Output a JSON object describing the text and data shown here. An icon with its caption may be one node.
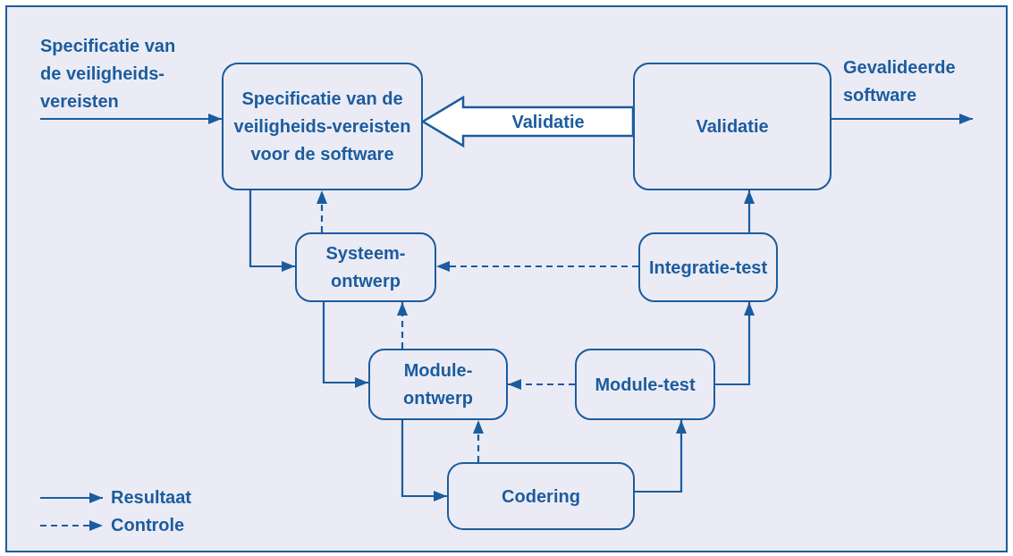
{
  "diagram": {
    "nodes": [
      {
        "text": [
          "Specificatie van de veiligheids-vereisten"
        ]
      },
      {
        "text": [
          "Specificatie van de veiligheids-vereisten voor de software"
        ]
      },
      {
        "text": [
          "Validatie"
        ]
      },
      {
        "text": [
          "Gevalideerde software"
        ]
      },
      {
        "text": [
          "Systeem-ontwerp"
        ]
      },
      {
        "text": [
          "Integratie-test"
        ]
      },
      {
        "text": [
          "Module-ontwerp"
        ]
      },
      {
        "text": [
          "Module-test"
        ]
      },
      {
        "text": [
          "Codering"
        ]
      }
    ],
    "edges": [
      {
        "from": 0,
        "to": 1,
        "arrow": "to"
      },
      {
        "from": 2,
        "to": 1,
        "arrow": "to",
        "label": "Validatie",
        "style": "thick"
      },
      {
        "from": 1,
        "to": 4,
        "arrow": "to"
      },
      {
        "from": 4,
        "to": 1,
        "arrow": "to",
        "style": "dashed"
      },
      {
        "from": 4,
        "to": 6,
        "arrow": "to"
      },
      {
        "from": 6,
        "to": 4,
        "arrow": "to",
        "style": "dashed"
      },
      {
        "from": 6,
        "to": 8,
        "arrow": "to"
      },
      {
        "from": 8,
        "to": 6,
        "arrow": "to",
        "style": "dashed"
      },
      {
        "from": 8,
        "to": 7,
        "arrow": "to"
      },
      {
        "from": 7,
        "to": 6,
        "arrow": "to",
        "style": "dashed"
      },
      {
        "from": 7,
        "to": 5,
        "arrow": "to"
      },
      {
        "from": 5,
        "to": 4,
        "arrow": "to",
        "style": "dashed"
      },
      {
        "from": 5,
        "to": 2,
        "arrow": "to"
      },
      {
        "from": 2,
        "to": 3,
        "arrow": "to"
      }
    ],
    "legend": [
      {
        "text": "Resultaat"
      },
      {
        "text": "Controle"
      }
    ]
  }
}
